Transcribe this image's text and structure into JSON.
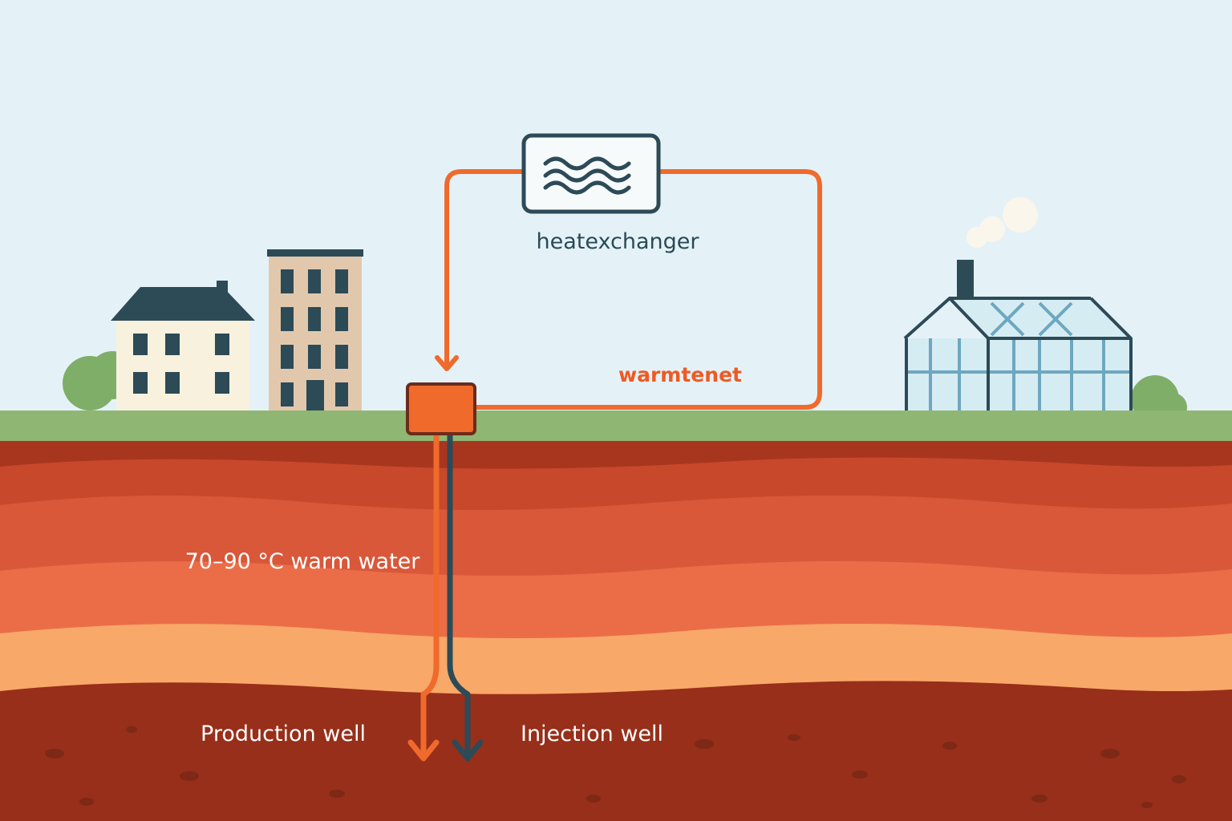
{
  "labels": {
    "heat_exchanger": "heatexchanger",
    "network": "warmtenet",
    "water_temperature": "70–90 °C warm water",
    "production_well": "Production well",
    "injection_well": "Injection well"
  },
  "colors": {
    "sky": "#e4f2f8",
    "grass": "#8fb673",
    "pipe_hot": "#f06a2c",
    "pipe_cold": "#2d4a57",
    "label_dark": "#2a4a55",
    "label_accent": "#ef5a24",
    "earth_layers": [
      "#a8361f",
      "#c8482b",
      "#d9583a",
      "#eb6d48",
      "#f8a868",
      "#972f1a"
    ]
  },
  "icons": [
    "heat-exchanger-waves-icon",
    "pump-box-icon",
    "house-icon",
    "apartment-building-icon",
    "greenhouse-icon",
    "chimney-smoke-icon",
    "bush-icon",
    "arrow-down-icon"
  ]
}
